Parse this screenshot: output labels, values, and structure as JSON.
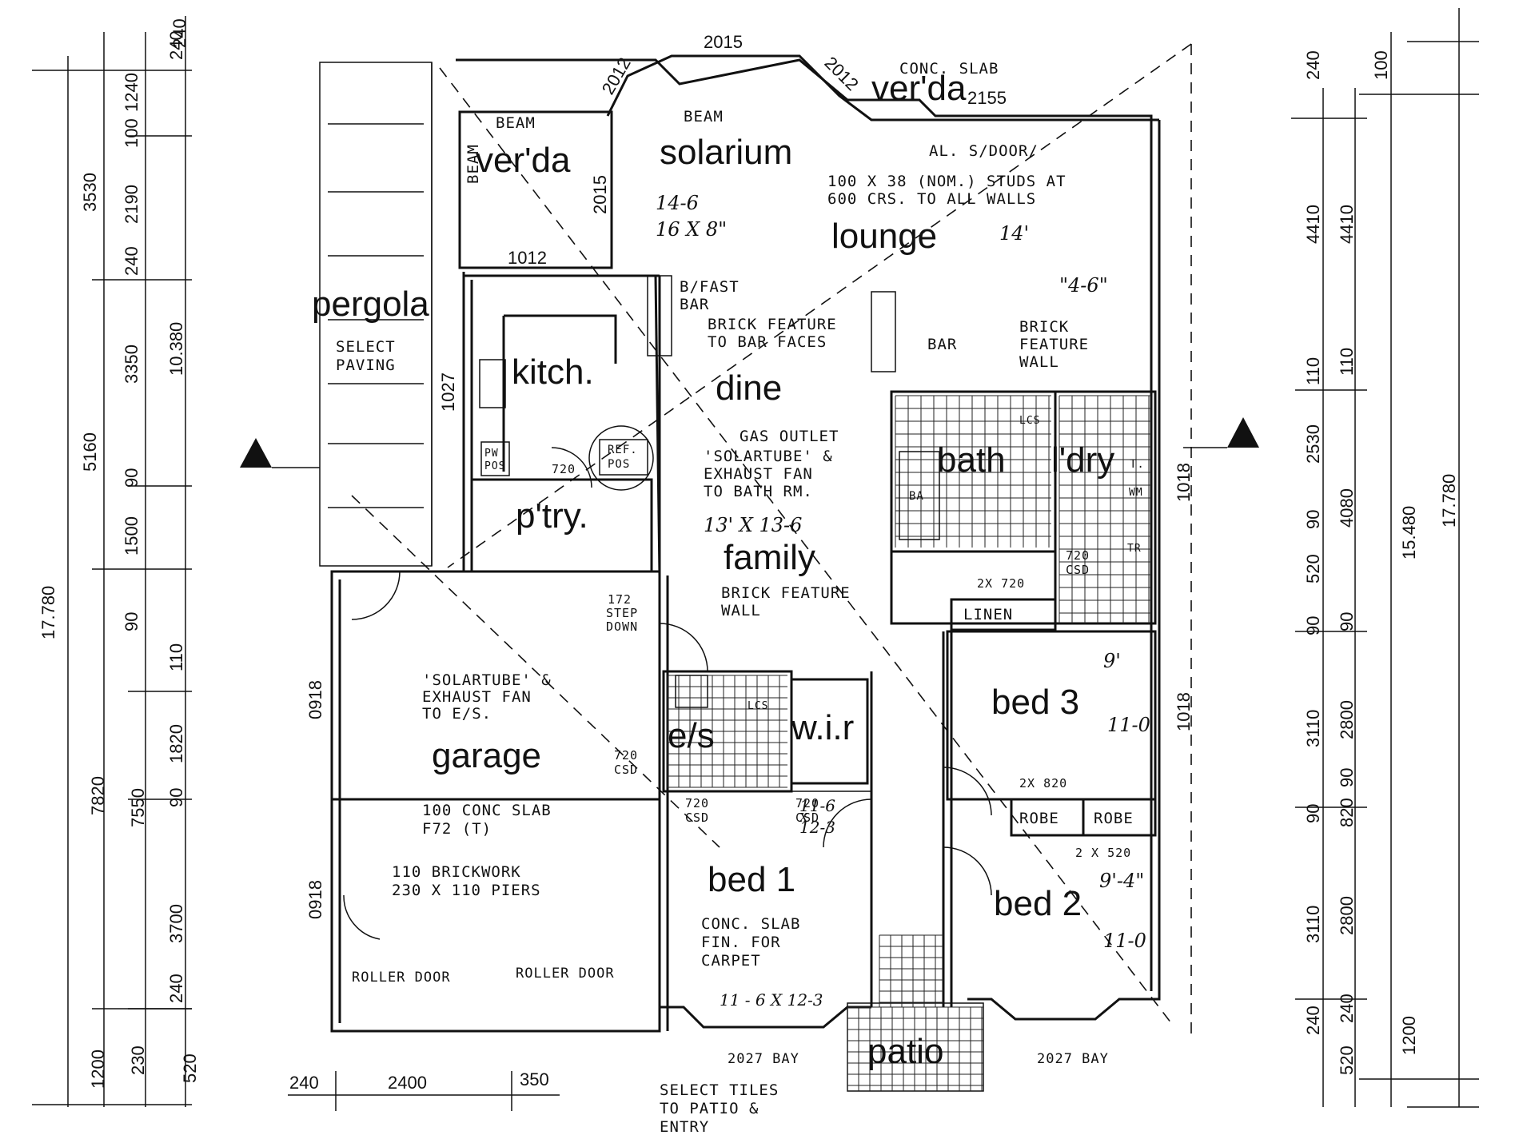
{
  "rooms": {
    "verandah_top": "ver'da",
    "verandah_left": "ver'da",
    "solarium": "solarium",
    "lounge": "lounge",
    "pergola": "pergola",
    "kitchen": "kitch.",
    "dine": "dine",
    "pantry": "p'try.",
    "bath": "bath",
    "laundry": "l'dry",
    "family": "family",
    "linen": "LINEN",
    "garage": "garage",
    "ensuite": "e/s",
    "walk_in_robe": "w.i.r",
    "bed1": "bed  1",
    "bed2": "bed  2",
    "bed3": "bed  3",
    "robe_left": "ROBE",
    "robe_right": "ROBE",
    "patio": "patio"
  },
  "notes": {
    "conc_slab_top": "CONC. SLAB",
    "beam_1": "BEAM",
    "beam_2": "BEAM",
    "beam_3": "BEAM",
    "al_s_door": "AL. S/DOOR/",
    "studs_1": "100 X 38 (NOM.) STUDS AT",
    "studs_2": "600 CRS. TO ALL WALLS",
    "select_paving_1": "SELECT",
    "select_paving_2": "PAVING",
    "bfast_bar_1": "B/FAST",
    "bfast_bar_2": "BAR",
    "brick_feature_1": "BRICK FEATURE",
    "brick_feature_2": "TO BAR FACES",
    "bar": "BAR",
    "brick_feature_wall_1": "BRICK",
    "brick_feature_wall_2": "FEATURE",
    "brick_feature_wall_3": "WALL",
    "gas_outlet": "GAS OUTLET",
    "solartube_bath_1": "'SOLARTUBE' &",
    "solartube_bath_2": "EXHAUST FAN",
    "solartube_bath_3": "TO BATH RM.",
    "pw_pos_1": "PW",
    "pw_pos_2": "POS",
    "ref_pos_1": "REF.",
    "ref_pos_2": "POS",
    "brick_feature_wall_b1": "BRICK FEATURE",
    "brick_feature_wall_b2": "WALL",
    "step_down_1": "172",
    "step_down_2": "STEP",
    "step_down_3": "DOWN",
    "solartube_es_1": "'SOLARTUBE' &",
    "solartube_es_2": "EXHAUST FAN",
    "solartube_es_3": "TO E/S.",
    "conc_slab_garage_1": "100 CONC SLAB",
    "conc_slab_garage_2": "F72 (T)",
    "brickwork_1": "110 BRICKWORK",
    "brickwork_2": "230 X 110 PIERS",
    "roller_door_1": "ROLLER DOOR",
    "roller_door_2": "ROLLER DOOR",
    "conc_slab_bed_1": "CONC. SLAB",
    "conc_slab_bed_2": "FIN. FOR",
    "conc_slab_bed_3": "CARPET",
    "select_tiles_1": "SELECT TILES",
    "select_tiles_2": "TO PATIO &",
    "select_tiles_3": "ENTRY",
    "bay_left": "2027 BAY",
    "bay_right": "2027 BAY",
    "lcs": "LCS",
    "ba": "BA",
    "t": "T.",
    "wm": "WM",
    "tr": "TR",
    "csd_1": "720",
    "csd_1b": "CSD",
    "csd_2": "720",
    "csd_2b": "CSD",
    "csd_3": "720",
    "csd_3b": "CSD",
    "csd_4": "720",
    "csd_4b": "CSD",
    "d720_a": "720",
    "d2x720": "2X 720",
    "d2x820": "2X 820",
    "d2x520": "2 X 520"
  },
  "handwritten": {
    "lounge_a": "14-6",
    "lounge_b": "16 X 8\"",
    "lounge_c": "14'",
    "lounge_d": "\"4-6\"",
    "family_size": "13' X 13-6",
    "bed1_a": "11-6",
    "bed1_b": "X",
    "bed1_c": "12-3",
    "bed1_d": "11 - 6 X 12-3",
    "bed3_a": "9'",
    "bed3_b": "11-0",
    "bed2_a": "9'-4\"",
    "bed2_b": "11-0"
  },
  "dimensions": {
    "top_2015": "2015",
    "top_2012_a": "2012",
    "top_2012_b": "2012",
    "top_2155": "2155",
    "v_2015": "2015",
    "d_1012": "1012",
    "d_1027": "1027",
    "d_1018_a": "1018",
    "d_1018_b": "1018",
    "d_0918_a": "0918",
    "d_0918_b": "0918",
    "left_outer_17780": "17.780",
    "left_a_3530": "3530",
    "left_a_5160": "5160",
    "left_a_7820": "7820",
    "left_a_1200": "1200",
    "left_b_1240": "1240",
    "left_b_100": "100",
    "left_b_2190": "2190",
    "left_b_240": "240",
    "left_b_3350": "3350",
    "left_b_90": "90",
    "left_b_1500": "1500",
    "left_b_90b": "90",
    "left_b_7550": "7550",
    "left_b_230": "230",
    "left_c_240": "240",
    "left_c_10380": "10.380",
    "left_c_110": "110",
    "left_c_1820": "1820",
    "left_c_90": "90",
    "left_c_3700": "3700",
    "left_c_240b": "240",
    "left_c_520": "520",
    "right_a_240": "240",
    "right_a_4410": "4410",
    "right_a_110": "110",
    "right_a_2530": "2530",
    "right_a_90": "90",
    "right_a_520": "520",
    "right_a_90b": "90",
    "right_a_3110": "3110",
    "right_a_90c": "90",
    "right_a_3110b": "3110",
    "right_a_240b": "240",
    "right_b_4410": "4410",
    "right_b_110": "110",
    "right_b_4080": "4080",
    "right_b_90": "90",
    "right_b_2800": "2800",
    "right_b_90b": "90",
    "right_b_820": "820",
    "right_b_2800b": "2800",
    "right_b_240": "240",
    "right_b_520": "520",
    "right_c_100": "100",
    "right_c_15480": "15.480",
    "right_c_1200": "1200",
    "right_d_17780": "17.780",
    "bottom_240": "240",
    "bottom_2400": "2400",
    "bottom_350": "350",
    "top_240": "240"
  }
}
